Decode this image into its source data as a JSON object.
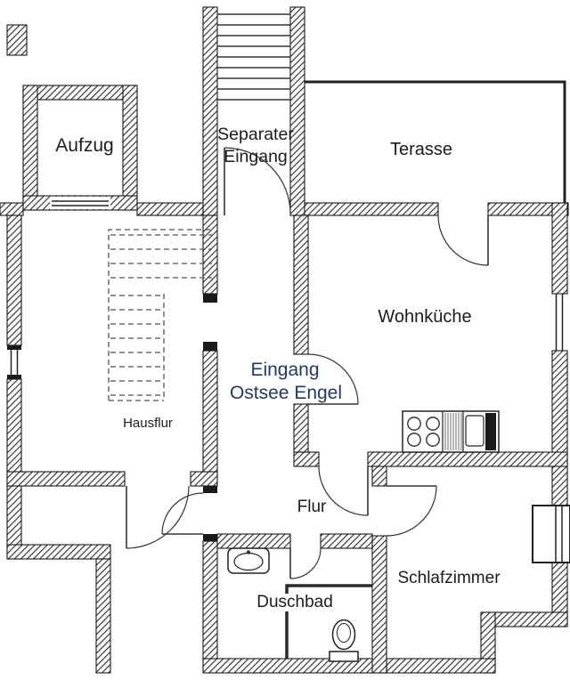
{
  "colors": {
    "background": "#ffffff",
    "walls": "#1a1a1a",
    "label_text": "#1c1c1c",
    "accent_text": "#1f3a6b"
  },
  "labels": {
    "aufzug": "Aufzug",
    "separater_eingang_line1": "Separater",
    "separater_eingang_line2": "Eingang",
    "terasse": "Terasse",
    "hausflur": "Hausflur",
    "eingang_line1": "Eingang",
    "eingang_line2": "Ostsee Engel",
    "wohnkueche": "Wohnküche",
    "flur": "Flur",
    "duschbad": "Duschbad",
    "schlafzimmer": "Schlafzimmer"
  },
  "icons": {
    "stove": "stove-icon",
    "kitchen_sink": "kitchen-sink-icon",
    "washbasin": "washbasin-icon",
    "toilet": "toilet-icon",
    "stairs": "stairs-icon",
    "dashed_stairs": "stairs-above-icon",
    "door_swing": "door-swing-icon",
    "terrace_border": "terrace-border-icon",
    "window": "window-icon"
  }
}
